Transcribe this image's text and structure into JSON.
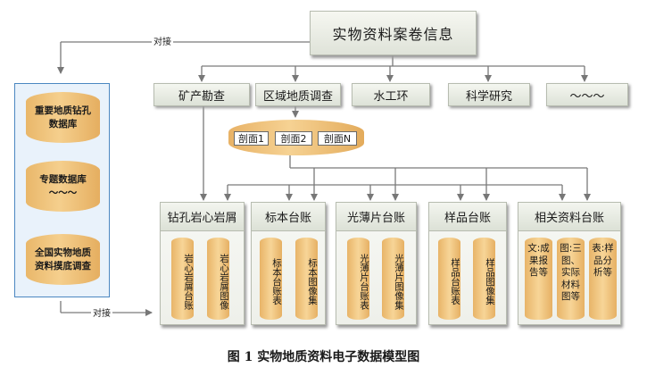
{
  "top_box": "实物资料案卷信息",
  "categories": [
    "矿产勘查",
    "区域地质调查",
    "水工环",
    "科学研究",
    "～～～"
  ],
  "sections": [
    "剖面1",
    "剖面2",
    "剖面N"
  ],
  "dock_top_label": "对接",
  "dock_bottom_label": "对接",
  "databases": [
    {
      "line1": "重要地质钻孔",
      "line2": "数据库"
    },
    {
      "line1": "专题数据库",
      "line2": "～～～"
    },
    {
      "line1": "全国实物地质",
      "line2": "资料摸底调查"
    }
  ],
  "groups": [
    {
      "title": "钻孔岩心岩屑",
      "items": [
        "岩心岩屑台账",
        "岩心岩屑图像"
      ]
    },
    {
      "title": "标本台账",
      "items": [
        "标本台账表",
        "标本图像集"
      ]
    },
    {
      "title": "光薄片台账",
      "items": [
        "光薄片台账表",
        "光薄片图像集"
      ]
    },
    {
      "title": "样品台账",
      "items": [
        "样品台账表",
        "样品图像集"
      ]
    },
    {
      "title": "相关资料台账",
      "items": [
        "文:成果报告等",
        "图:三图、实际材料图等",
        "表:样品分析等"
      ]
    }
  ],
  "caption": "图 1    实物地质资料电子数据模型图",
  "colors": {
    "cylinder": "#f2c67c",
    "panel_border": "#4b87c1",
    "panel_bg": "#e9f2fb",
    "box_bg": "#e6e9e1",
    "line": "#777777"
  }
}
